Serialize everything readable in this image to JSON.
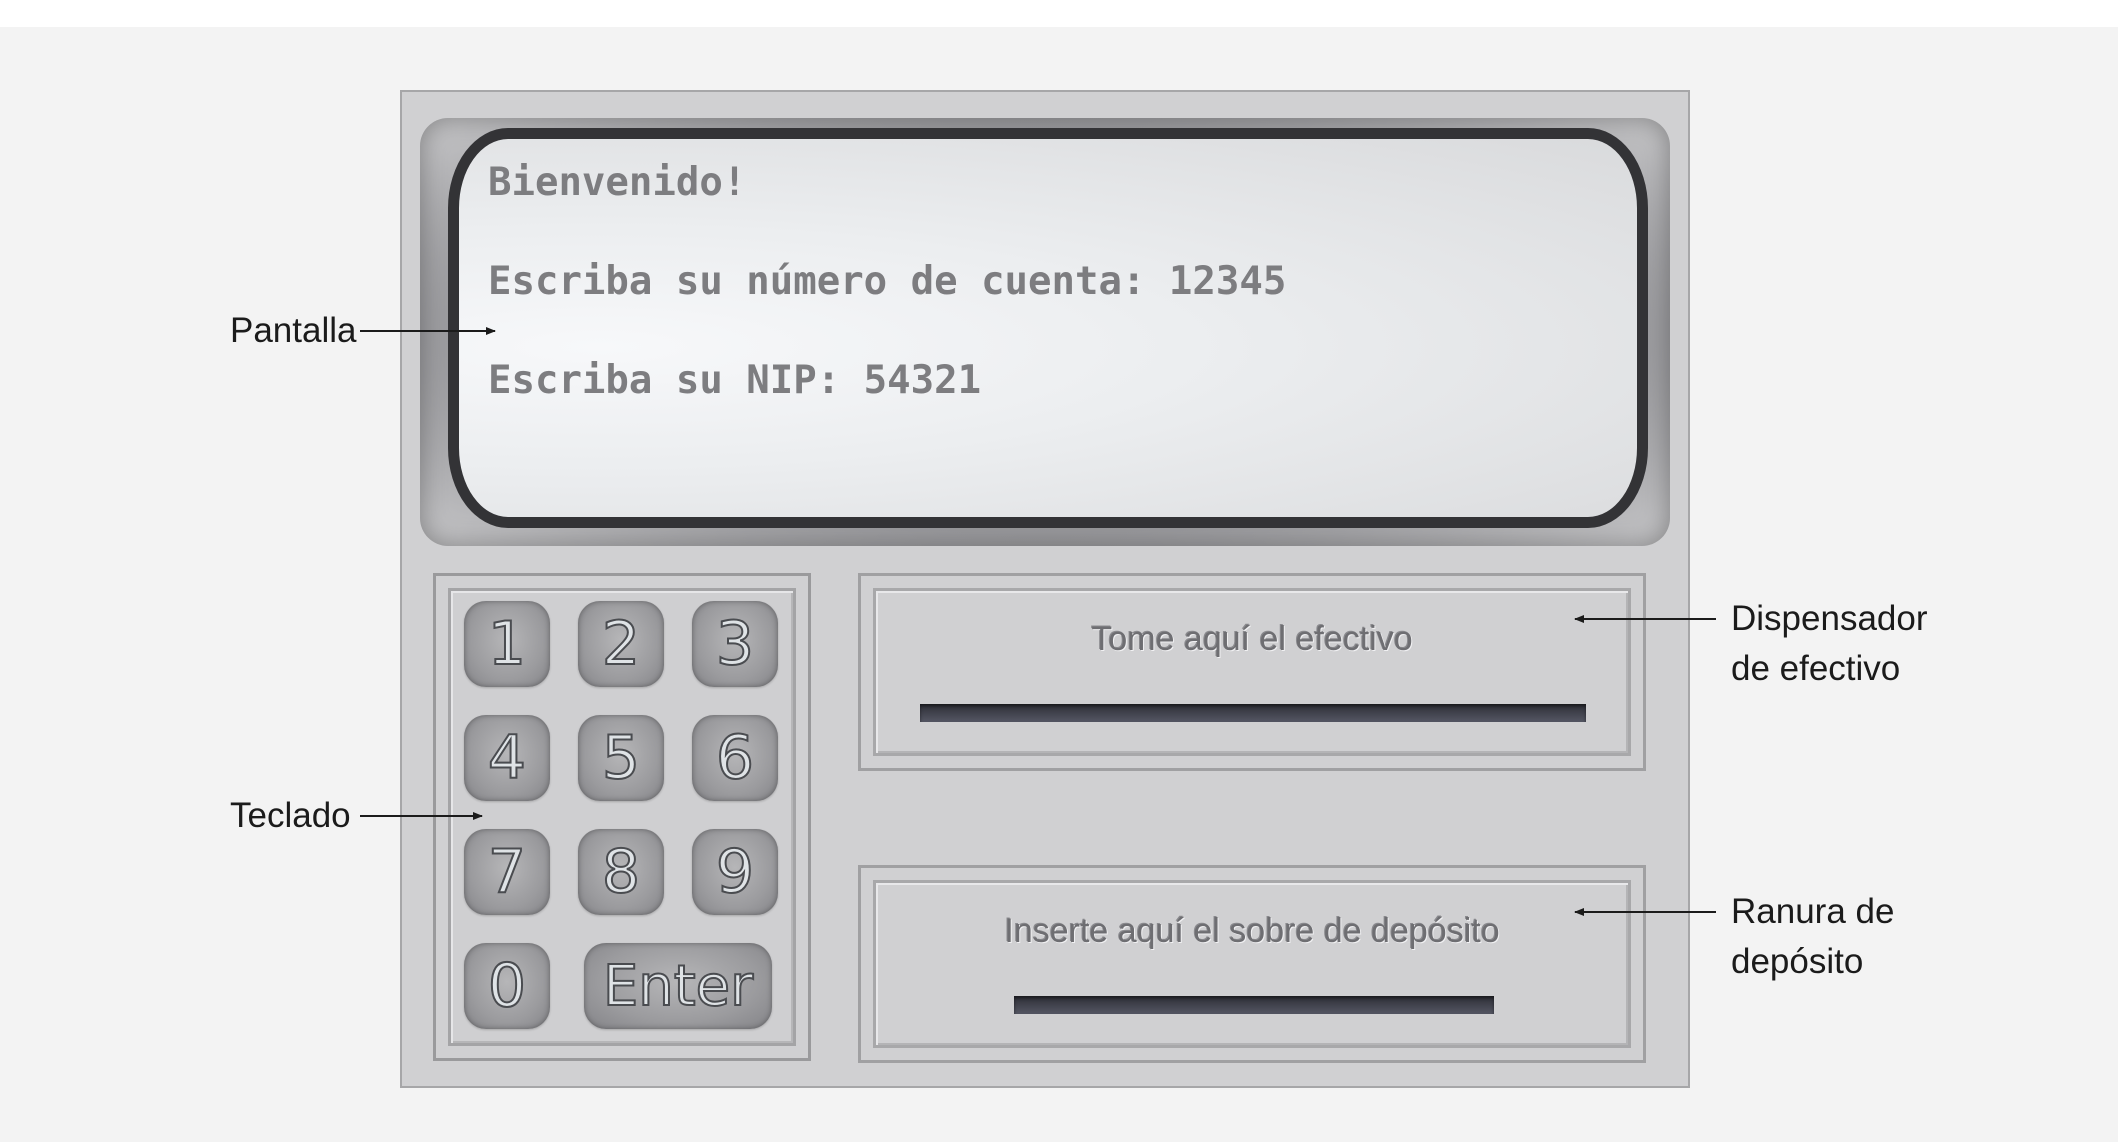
{
  "screen": {
    "line1": "Bienvenido!",
    "line2": "Escriba su número de cuenta: 12345",
    "line3": "Escriba su NIP: 54321"
  },
  "keypad": {
    "keys": [
      "1",
      "2",
      "3",
      "4",
      "5",
      "6",
      "7",
      "8",
      "9",
      "0"
    ],
    "enter": "Enter"
  },
  "cash_dispenser": {
    "text": "Tome aquí el efectivo"
  },
  "deposit_slot": {
    "text": "Inserte aquí el sobre de depósito"
  },
  "callouts": {
    "screen": "Pantalla",
    "keypad": "Teclado",
    "dispenser_line1": "Dispensador",
    "dispenser_line2": "de efectivo",
    "deposit_line1": "Ranura de",
    "deposit_line2": "depósito"
  }
}
